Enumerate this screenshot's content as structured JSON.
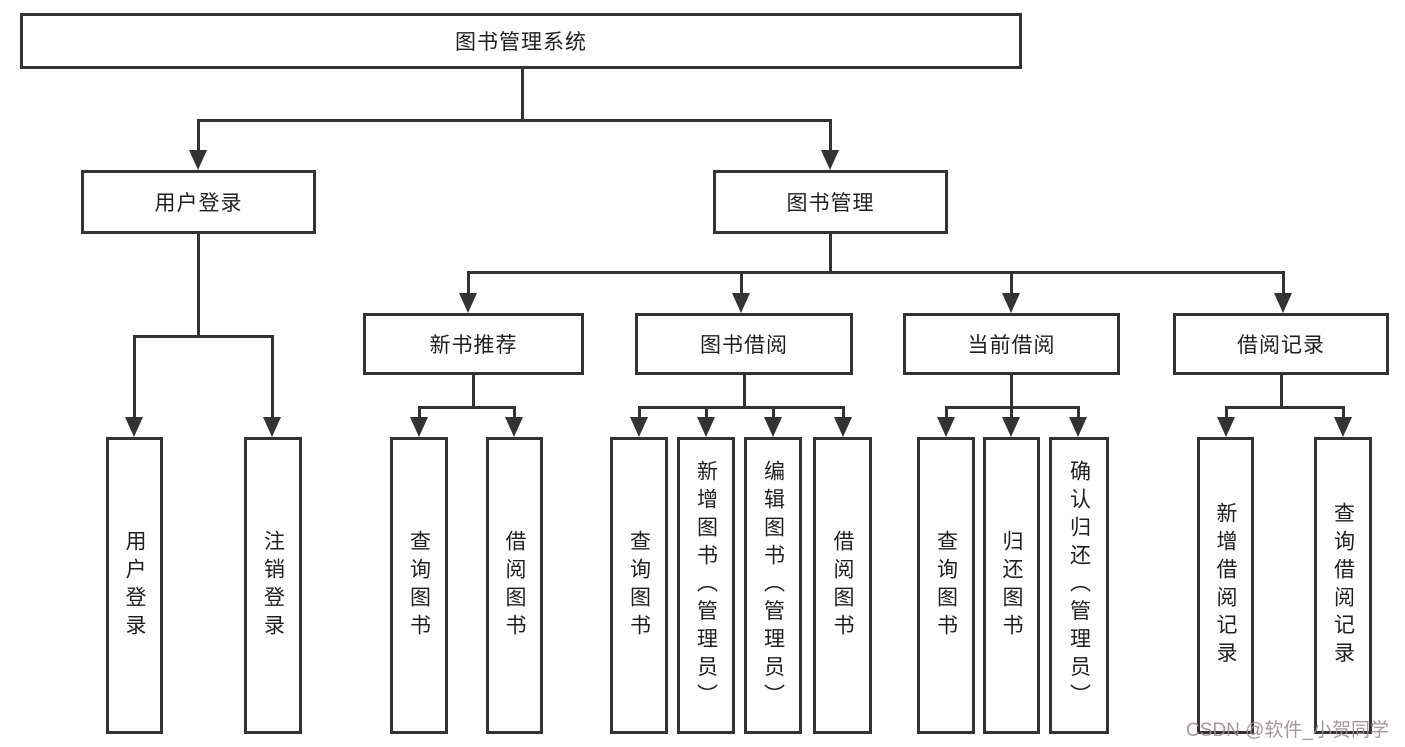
{
  "nodes": {
    "root": "图书管理系统",
    "user_login": {
      "label": "用户登录",
      "children": [
        "用户登录",
        "注销登录"
      ]
    },
    "book_mgmt": {
      "label": "图书管理",
      "children": [
        {
          "label": "新书推荐",
          "children": [
            "查询图书",
            "借阅图书"
          ]
        },
        {
          "label": "图书借阅",
          "children": [
            "查询图书",
            "新增图书（管理员）",
            "编辑图书（管理员）",
            "借阅图书"
          ]
        },
        {
          "label": "当前借阅",
          "children": [
            "查询图书",
            "归还图书",
            "确认归还（管理员）"
          ]
        },
        {
          "label": "借阅记录",
          "children": [
            "新增借阅记录",
            "查询借阅记录"
          ]
        }
      ]
    }
  },
  "watermark": {
    "text": "CSDN @软件_小贺同学",
    "color": "#9b8d8d"
  },
  "colors": {
    "line": "#333333",
    "box_border": "#333333",
    "text": "#1f1f1f",
    "background": "#ffffff"
  }
}
